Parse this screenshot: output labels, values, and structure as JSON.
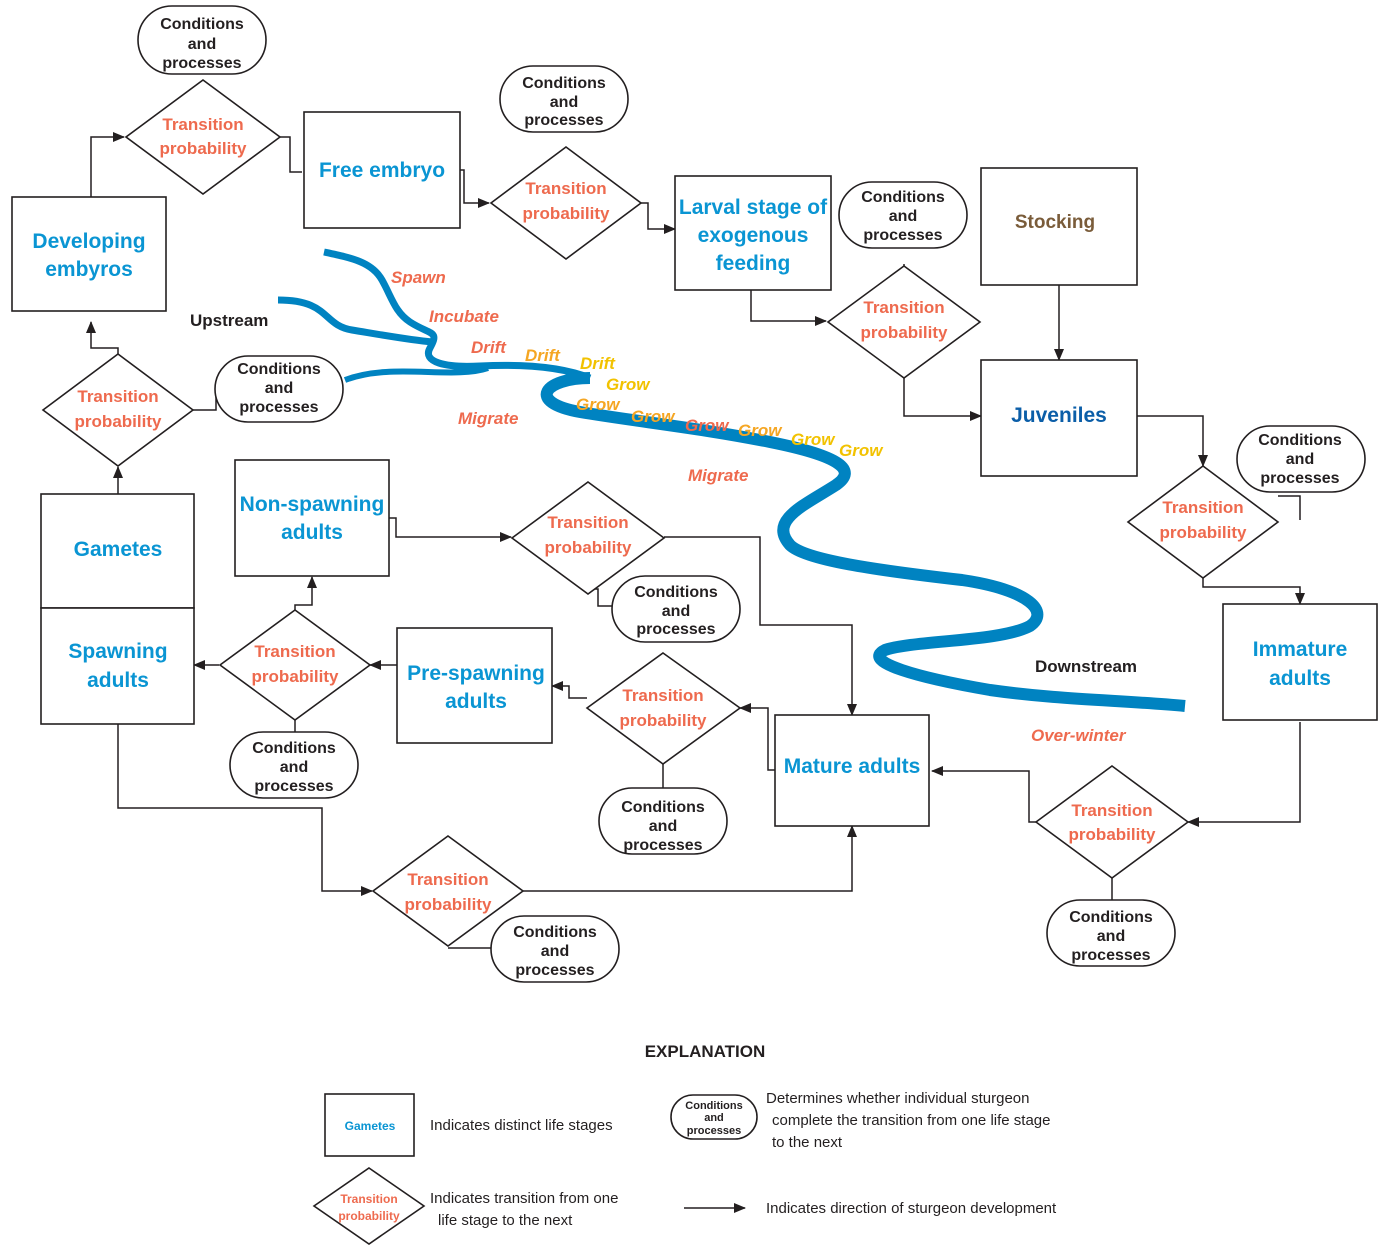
{
  "stages": {
    "developing_embryos": [
      "Developing",
      "embyros"
    ],
    "free_embryo": [
      "Free embryo"
    ],
    "larval_stage": [
      "Larval stage of",
      "exogenous",
      "feeding"
    ],
    "stocking": [
      "Stocking"
    ],
    "juveniles": [
      "Juveniles"
    ],
    "immature_adults": [
      "Immature",
      "adults"
    ],
    "mature_adults": [
      "Mature adults"
    ],
    "pre_spawning_adults": [
      "Pre-spawning",
      "adults"
    ],
    "non_spawning_adults": [
      "Non-spawning",
      "adults"
    ],
    "gametes": [
      "Gametes"
    ],
    "spawning_adults": [
      "Spawning",
      "adults"
    ]
  },
  "transition_label": [
    "Transition",
    "probability"
  ],
  "conditions_label": [
    "Conditions",
    "and",
    "processes"
  ],
  "river": {
    "upstream": "Upstream",
    "downstream": "Downstream",
    "activities": {
      "spawn": "Spawn",
      "incubate": "Incubate",
      "drift": "Drift",
      "grow": "Grow",
      "migrate": "Migrate",
      "over_winter": "Over-winter"
    }
  },
  "explanation": {
    "title": "EXPLANATION",
    "sample_stage": "Gametes",
    "stage_desc": "Indicates distinct life stages",
    "conditions_desc": [
      "Determines whether individual sturgeon",
      "complete the transition from one life stage",
      "to the next"
    ],
    "transition_desc": [
      "Indicates transition from one",
      "life stage to the next"
    ],
    "arrow_desc": "Indicates direction of sturgeon development"
  },
  "colors": {
    "stage_text": "#0a95d3",
    "juveniles_text": "#0b5ea8",
    "stocking_text": "#7a5c3a",
    "transition_text": "#ee6a4e",
    "river": "#0083c1",
    "drift_grow_orange": "#f5a623",
    "drift_grow_yellow": "#f2c200",
    "line": "#231f20"
  }
}
